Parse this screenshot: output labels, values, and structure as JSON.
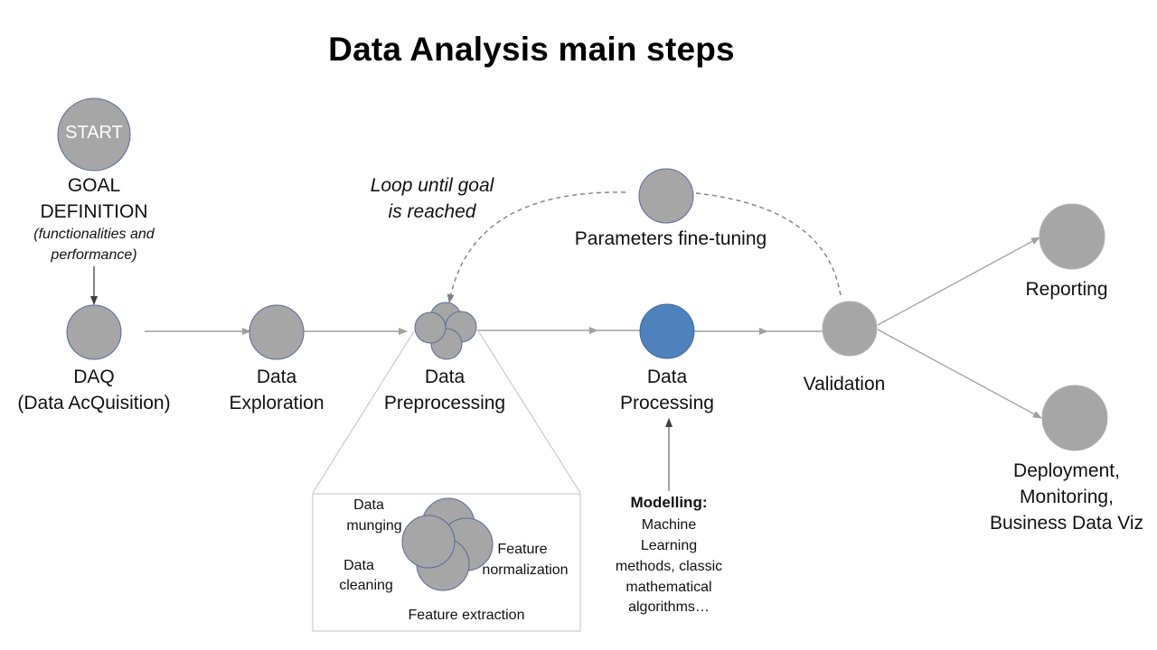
{
  "title": "Data Analysis main steps",
  "start": {
    "circle_label": "START",
    "goal_line1": "GOAL",
    "goal_line2": "DEFINITION",
    "goal_note_line1": "(functionalities and",
    "goal_note_line2": "performance)"
  },
  "steps": {
    "daq_line1": "DAQ",
    "daq_line2": "(Data AcQuisition)",
    "exploration_line1": "Data",
    "exploration_line2": "Exploration",
    "preprocessing_line1": "Data",
    "preprocessing_line2": "Preprocessing",
    "processing_line1": "Data",
    "processing_line2": "Processing",
    "validation": "Validation",
    "reporting": "Reporting",
    "deployment_line1": "Deployment,",
    "deployment_line2": "Monitoring,",
    "deployment_line3": "Business Data Viz"
  },
  "loop": {
    "line1": "Loop until goal",
    "line2": "is reached",
    "fine_tuning": "Parameters fine-tuning"
  },
  "preprocessing_detail": {
    "munging_line1": "Data",
    "munging_line2": "munging",
    "cleaning_line1": "Data",
    "cleaning_line2": "cleaning",
    "normalization_line1": "Feature",
    "normalization_line2": "normalization",
    "extraction": "Feature extraction"
  },
  "modelling": {
    "title": "Modelling:",
    "line1": "Machine",
    "line2": "Learning",
    "line3": "methods, classic",
    "line4": "mathematical",
    "line5": "algorithms…"
  },
  "colors": {
    "node_gray": "#a6a6a6",
    "node_outline": "#5a6a9c",
    "processing_blue": "#4f81bd",
    "connector": "#a0a0a0",
    "dashed": "#808080"
  }
}
